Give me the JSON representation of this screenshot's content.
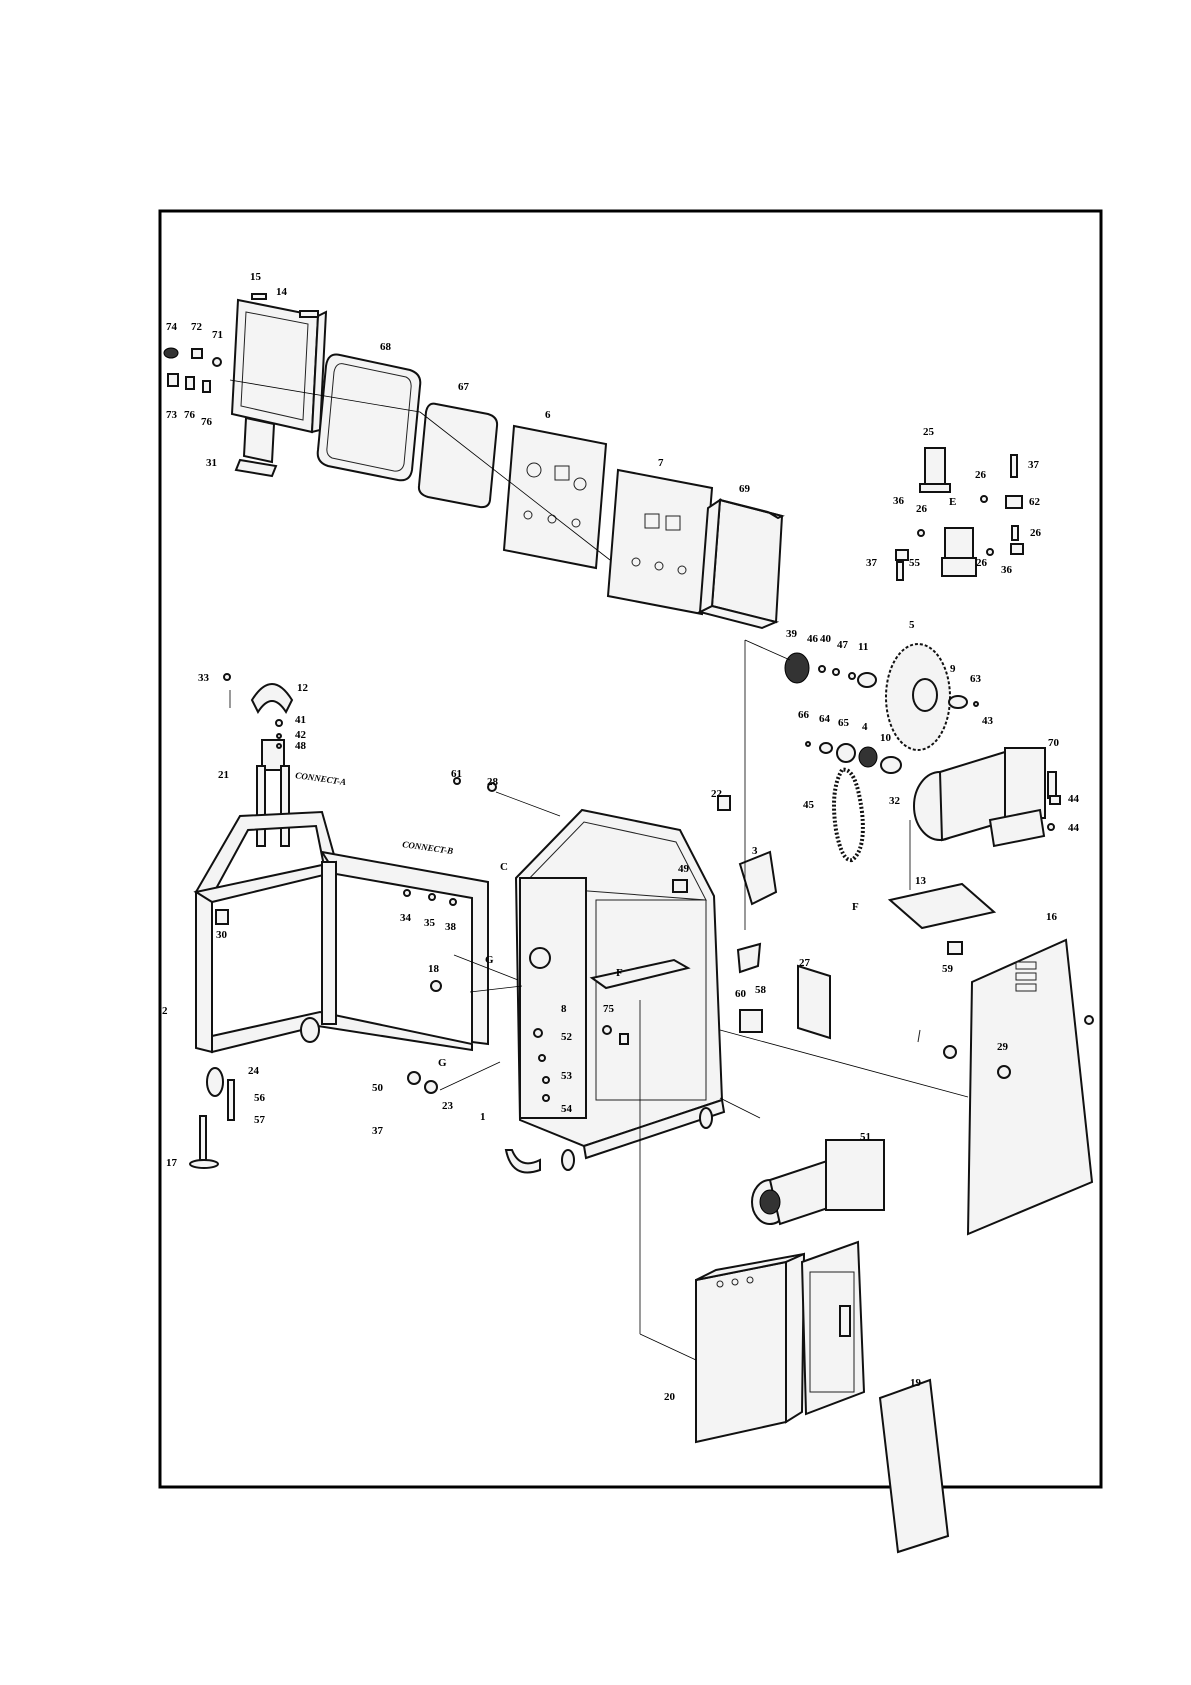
{
  "diagram": {
    "border_color": "#000000",
    "labels": [
      {
        "id": "15",
        "text": "15"
      },
      {
        "id": "14",
        "text": "14"
      },
      {
        "id": "74",
        "text": "74"
      },
      {
        "id": "72",
        "text": "72"
      },
      {
        "id": "71",
        "text": "71"
      },
      {
        "id": "73",
        "text": "73"
      },
      {
        "id": "76a",
        "text": "76"
      },
      {
        "id": "76b",
        "text": "76"
      },
      {
        "id": "31",
        "text": "31"
      },
      {
        "id": "68",
        "text": "68"
      },
      {
        "id": "67",
        "text": "67"
      },
      {
        "id": "6",
        "text": "6"
      },
      {
        "id": "7",
        "text": "7"
      },
      {
        "id": "69",
        "text": "69"
      },
      {
        "id": "25",
        "text": "25"
      },
      {
        "id": "26a",
        "text": "26"
      },
      {
        "id": "37a",
        "text": "37"
      },
      {
        "id": "36a",
        "text": "36"
      },
      {
        "id": "26b",
        "text": "26"
      },
      {
        "id": "E",
        "text": "E"
      },
      {
        "id": "62",
        "text": "62"
      },
      {
        "id": "26c",
        "text": "26"
      },
      {
        "id": "37b",
        "text": "37"
      },
      {
        "id": "55",
        "text": "55"
      },
      {
        "id": "26d",
        "text": "26"
      },
      {
        "id": "36b",
        "text": "36"
      },
      {
        "id": "39",
        "text": "39"
      },
      {
        "id": "46",
        "text": "46"
      },
      {
        "id": "40",
        "text": "40"
      },
      {
        "id": "47",
        "text": "47"
      },
      {
        "id": "11",
        "text": "11"
      },
      {
        "id": "5",
        "text": "5"
      },
      {
        "id": "9",
        "text": "9"
      },
      {
        "id": "63",
        "text": "63"
      },
      {
        "id": "66",
        "text": "66"
      },
      {
        "id": "64",
        "text": "64"
      },
      {
        "id": "65",
        "text": "65"
      },
      {
        "id": "4",
        "text": "4"
      },
      {
        "id": "10",
        "text": "10"
      },
      {
        "id": "43",
        "text": "43"
      },
      {
        "id": "70",
        "text": "70"
      },
      {
        "id": "45",
        "text": "45"
      },
      {
        "id": "32",
        "text": "32"
      },
      {
        "id": "44a",
        "text": "44"
      },
      {
        "id": "44b",
        "text": "44"
      },
      {
        "id": "33",
        "text": "33"
      },
      {
        "id": "12",
        "text": "12"
      },
      {
        "id": "41",
        "text": "41"
      },
      {
        "id": "42",
        "text": "42"
      },
      {
        "id": "48",
        "text": "48"
      },
      {
        "id": "21",
        "text": "21"
      },
      {
        "id": "61",
        "text": "61"
      },
      {
        "id": "28",
        "text": "28"
      },
      {
        "id": "22",
        "text": "22"
      },
      {
        "id": "3",
        "text": "3"
      },
      {
        "id": "C",
        "text": "C"
      },
      {
        "id": "49",
        "text": "49"
      },
      {
        "id": "13",
        "text": "13"
      },
      {
        "id": "F1",
        "text": "F"
      },
      {
        "id": "16",
        "text": "16"
      },
      {
        "id": "34",
        "text": "34"
      },
      {
        "id": "35",
        "text": "35"
      },
      {
        "id": "38",
        "text": "38"
      },
      {
        "id": "30",
        "text": "30"
      },
      {
        "id": "G1",
        "text": "G"
      },
      {
        "id": "18",
        "text": "18"
      },
      {
        "id": "F2",
        "text": "F"
      },
      {
        "id": "58",
        "text": "58"
      },
      {
        "id": "27",
        "text": "27"
      },
      {
        "id": "59",
        "text": "59"
      },
      {
        "id": "2",
        "text": "2"
      },
      {
        "id": "8",
        "text": "8"
      },
      {
        "id": "60",
        "text": "60"
      },
      {
        "id": "75",
        "text": "75"
      },
      {
        "id": "52",
        "text": "52"
      },
      {
        "id": "29",
        "text": "29"
      },
      {
        "id": "24",
        "text": "24"
      },
      {
        "id": "G2",
        "text": "G"
      },
      {
        "id": "50",
        "text": "50"
      },
      {
        "id": "53",
        "text": "53"
      },
      {
        "id": "56",
        "text": "56"
      },
      {
        "id": "23",
        "text": "23"
      },
      {
        "id": "54",
        "text": "54"
      },
      {
        "id": "57",
        "text": "57"
      },
      {
        "id": "1",
        "text": "1"
      },
      {
        "id": "37c",
        "text": "37"
      },
      {
        "id": "51",
        "text": "51"
      },
      {
        "id": "17",
        "text": "17"
      },
      {
        "id": "19",
        "text": "19"
      },
      {
        "id": "20",
        "text": "20"
      }
    ],
    "connectors": {
      "a": "CONNECT-A",
      "b": "CONNECT-B"
    }
  }
}
